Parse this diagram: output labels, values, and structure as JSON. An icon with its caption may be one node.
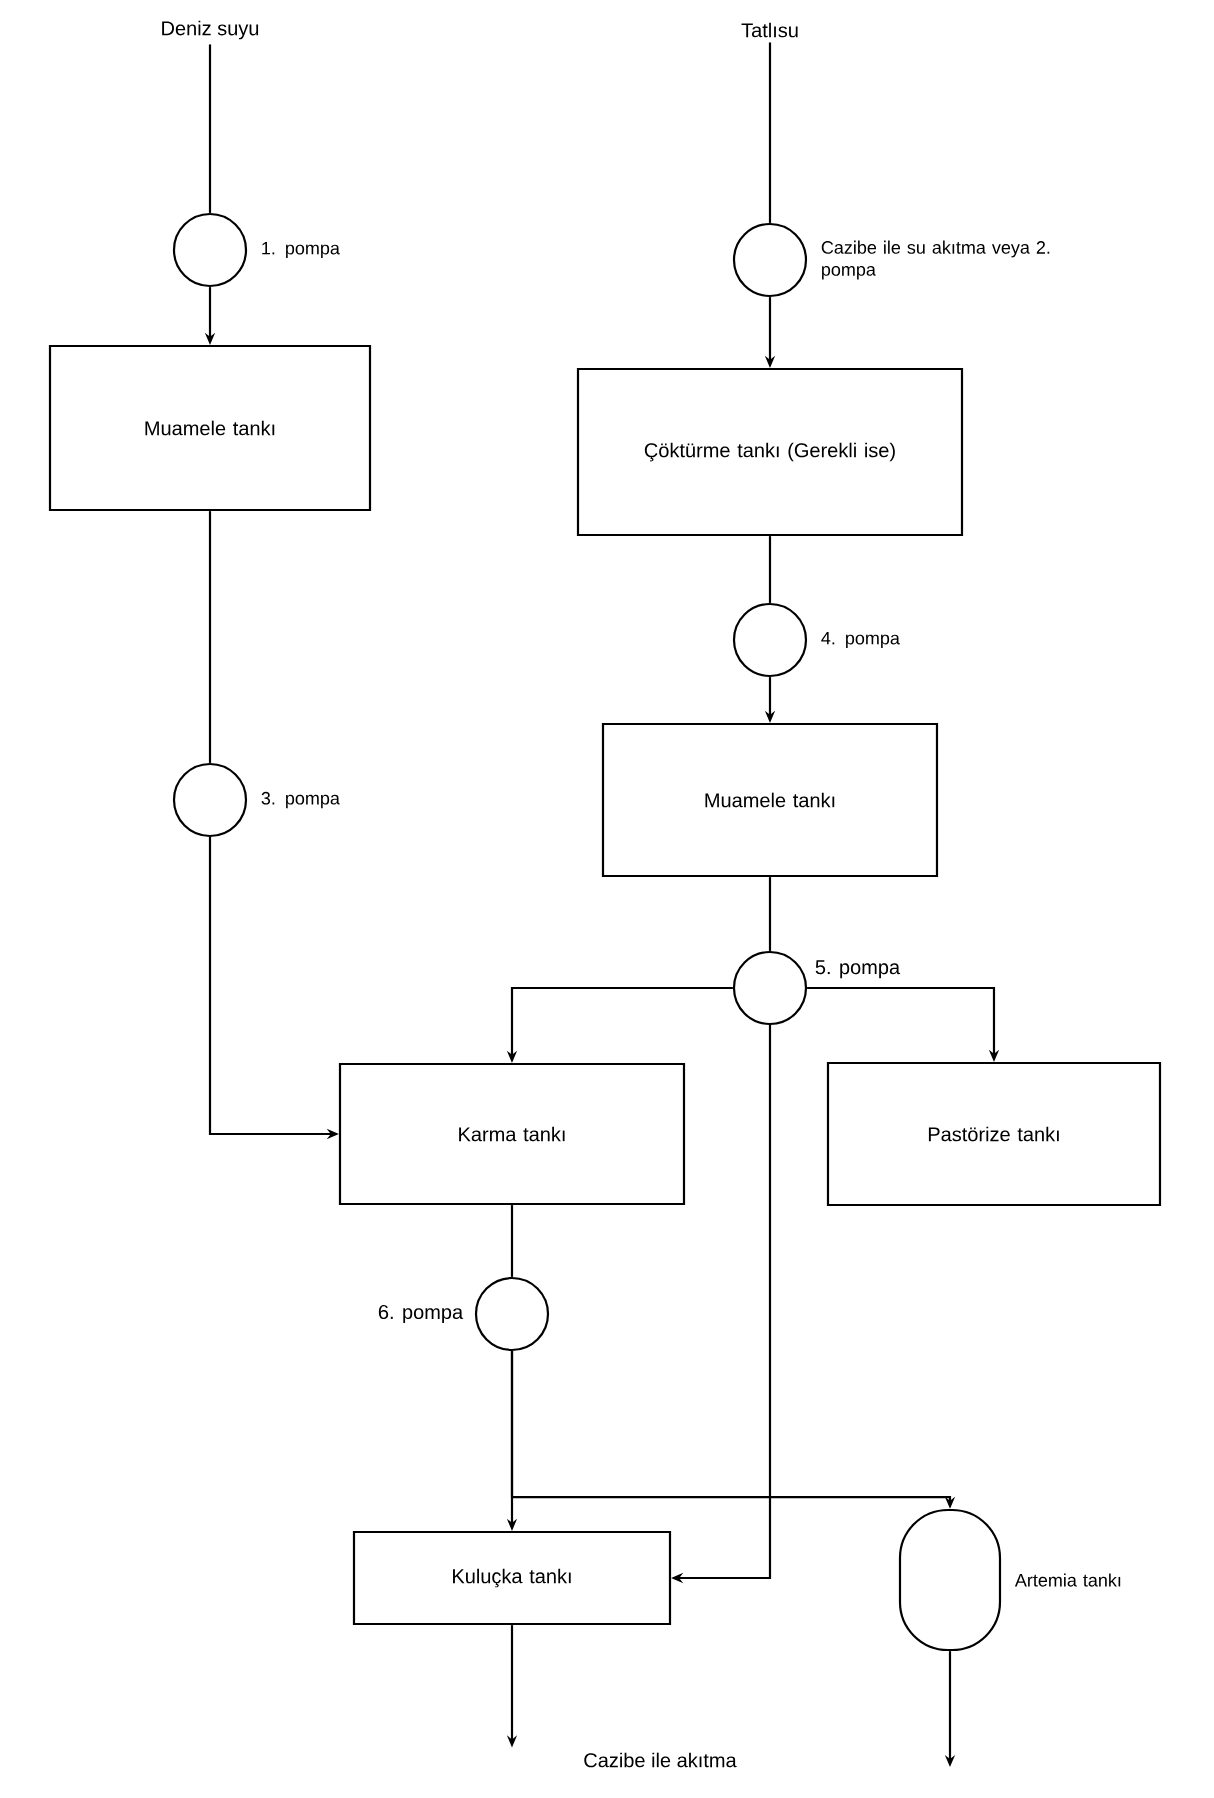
{
  "diagram": {
    "nodes": [
      {
        "text": [
          "Deniz suyu"
        ]
      },
      {
        "text": [],
        "shape": "circle",
        "beside": [
          "1. pompa"
        ]
      },
      {
        "text": [
          "Muamele tankı"
        ]
      },
      {
        "text": [],
        "shape": "circle",
        "beside": [
          "3. pompa"
        ]
      },
      {
        "text": [
          "Tatlısu"
        ]
      },
      {
        "text": [],
        "shape": "circle",
        "beside": [
          "Cazibe ile su akıtma veya 2. pompa"
        ]
      },
      {
        "text": [
          "Çöktürme tankı (Gerekli ise)"
        ]
      },
      {
        "text": [],
        "shape": "circle",
        "beside": [
          "4. pompa"
        ]
      },
      {
        "text": [
          "Muamele tankı"
        ]
      },
      {
        "text": [],
        "shape": "circle",
        "beside": [
          "5. pompa"
        ]
      },
      {
        "text": [
          "Karma tankı"
        ]
      },
      {
        "text": [
          "Pastörize tankı"
        ]
      },
      {
        "text": [],
        "shape": "circle",
        "beside": [
          "6. pompa"
        ]
      },
      {
        "text": [
          "Kuluçka tankı"
        ]
      },
      {
        "text": [],
        "shape": "cylinder",
        "beside": [
          "Artemia tankı"
        ]
      },
      {
        "text": [
          "Cazibe ile akıtma"
        ]
      }
    ],
    "edges": [
      {
        "from": 0,
        "to": 1,
        "arrow": "none"
      },
      {
        "from": 1,
        "to": 2,
        "arrow": "to"
      },
      {
        "from": 2,
        "to": 3,
        "arrow": "none"
      },
      {
        "from": 3,
        "to": 10,
        "arrow": "to"
      },
      {
        "from": 4,
        "to": 5,
        "arrow": "none"
      },
      {
        "from": 5,
        "to": 6,
        "arrow": "to"
      },
      {
        "from": 6,
        "to": 7,
        "arrow": "none"
      },
      {
        "from": 7,
        "to": 8,
        "arrow": "to"
      },
      {
        "from": 8,
        "to": 9,
        "arrow": "none"
      },
      {
        "from": 9,
        "to": 10,
        "arrow": "to"
      },
      {
        "from": 9,
        "to": 11,
        "arrow": "to"
      },
      {
        "from": 9,
        "to": 13,
        "arrow": "to"
      },
      {
        "from": 10,
        "to": 12,
        "arrow": "none"
      },
      {
        "from": 12,
        "to": 13,
        "arrow": "to"
      },
      {
        "from": 12,
        "to": 14,
        "arrow": "to"
      },
      {
        "from": 13,
        "to": 15,
        "arrow": "to"
      },
      {
        "from": 14,
        "to": null,
        "arrow": "to"
      }
    ]
  }
}
